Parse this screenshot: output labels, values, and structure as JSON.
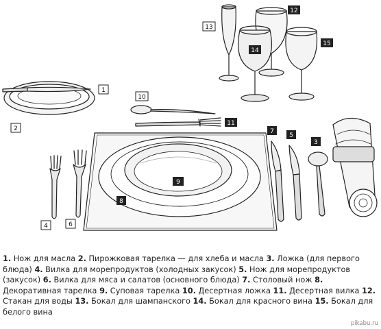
{
  "items": [
    {
      "num": "1",
      "text": "Нож для масла"
    },
    {
      "num": "2",
      "text": "Пирожковая тарелка — для хлеба и масла"
    },
    {
      "num": "3",
      "text": "Ложка (для первого блюда)"
    },
    {
      "num": "4",
      "text": "Вилка для морепродуктов (холодных закусок)"
    },
    {
      "num": "5",
      "text": "Нож для морепродуктов (закусок)"
    },
    {
      "num": "6",
      "text": "Вилка для мяса и салатов (основного блюда)"
    },
    {
      "num": "7",
      "text": "Столовый нож"
    },
    {
      "num": "8",
      "text": "Декоративная тарелка"
    },
    {
      "num": "9",
      "text": "Суповая тарелка"
    },
    {
      "num": "10",
      "text": "Десертная ложка"
    },
    {
      "num": "11",
      "text": "Десертная вилка"
    },
    {
      "num": "12",
      "text": "Стакан для воды"
    },
    {
      "num": "13",
      "text": "Бокал для шампанского"
    },
    {
      "num": "14",
      "text": "Бокал для красного вина"
    },
    {
      "num": "15",
      "text": "Бокал для белого вина"
    }
  ],
  "legend_lines": [
    [
      0,
      1,
      2
    ],
    [
      3,
      4
    ],
    [
      5,
      6
    ],
    [
      7,
      8,
      9,
      10
    ],
    [
      11,
      12,
      13
    ],
    [
      14
    ]
  ],
  "watermark": "pikabu.ru"
}
